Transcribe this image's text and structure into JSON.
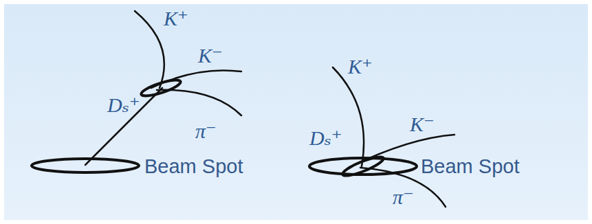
{
  "diagram": {
    "labels": [
      "K⁺",
      "K⁻",
      "Dₛ⁺",
      "π⁻",
      "Beam Spot",
      "K⁺",
      "K⁻",
      "Dₛ⁺",
      "π⁻",
      "Beam Spot"
    ]
  }
}
